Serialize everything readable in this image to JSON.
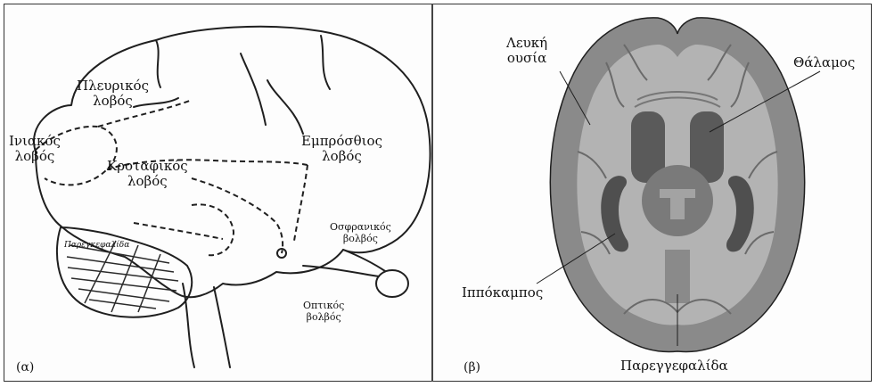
{
  "left_panel": {
    "tag": "(α)",
    "labels": {
      "parietal": "Πλευρικός\nλοβός",
      "occipital": "Ινιακός\nλοβός",
      "temporal": "Κροταφικός\nλοβός",
      "frontal": "Εμπρόσθιος\nλοβός",
      "olfactory": "Οσφρανικός\nβολβός",
      "optic": "Οπτικός\nβολβός",
      "cerebellum": "Παρεγκεφαλίδα"
    }
  },
  "right_panel": {
    "tag": "(β)",
    "labels": {
      "white_matter": "Λευκή\nουσία",
      "thalamus": "Θάλαμος",
      "hippocampus": "Ιππόκαμπος",
      "cerebellum": "Παρεγγεφαλίδα"
    }
  },
  "colors": {
    "outline": "#1f1f1f",
    "cortex_gray": "#8a8a8a",
    "white_matter": "#b3b3b3",
    "deep_gray": "#6e6e6e",
    "dark_nucleus": "#4f4f4f"
  }
}
